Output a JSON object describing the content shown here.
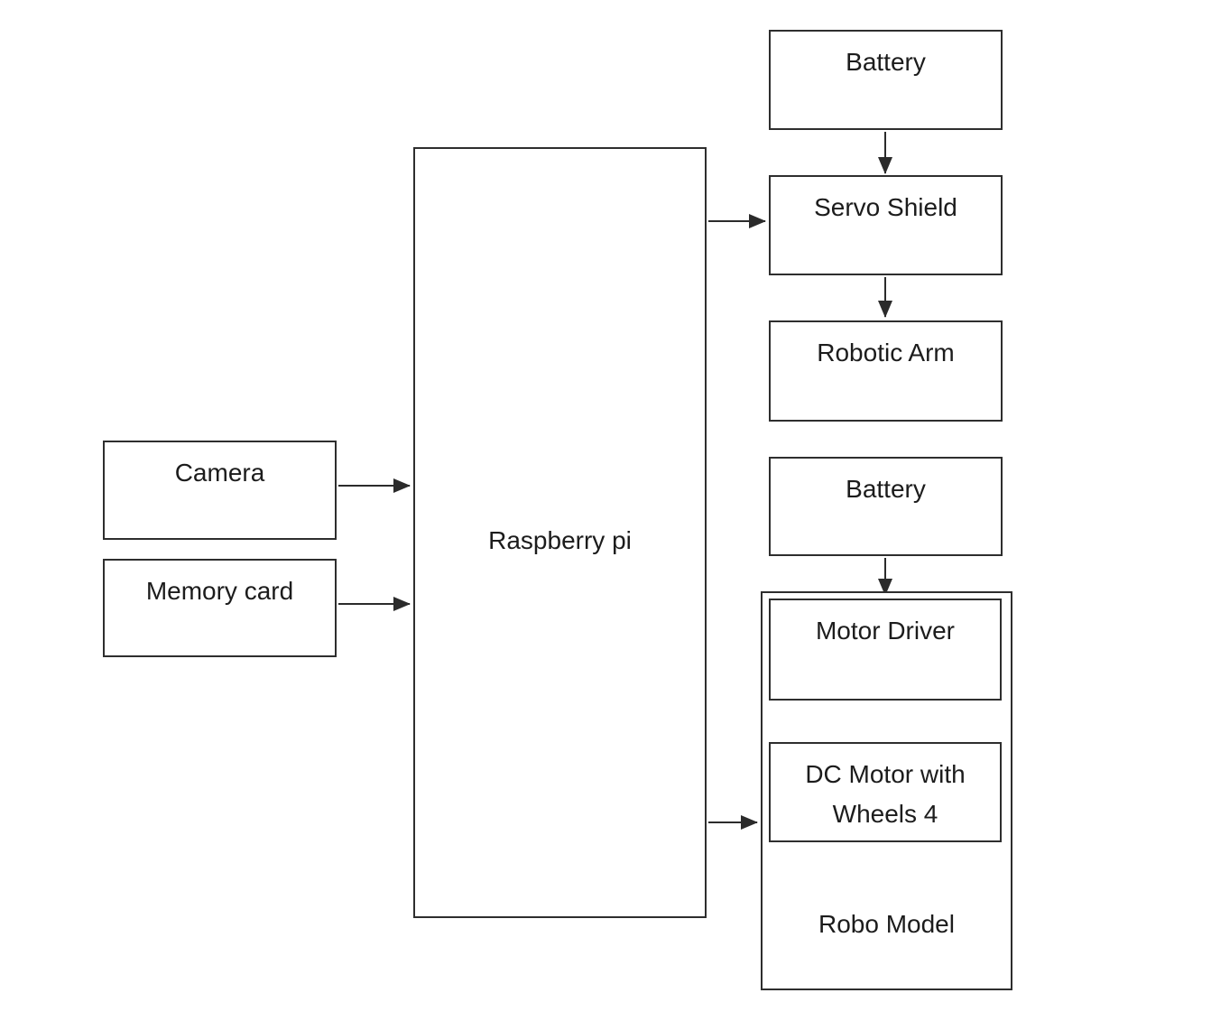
{
  "diagram": {
    "nodes": {
      "battery_top": {
        "label": "Battery"
      },
      "servo_shield": {
        "label": "Servo Shield"
      },
      "robotic_arm": {
        "label": "Robotic Arm"
      },
      "battery_mid": {
        "label": "Battery"
      },
      "raspberry_pi": {
        "label": "Raspberry pi"
      },
      "camera": {
        "label": "Camera"
      },
      "memory_card": {
        "label": "Memory card"
      },
      "robo_model": {
        "label": "Robo Model"
      },
      "motor_driver": {
        "label": "Motor Driver"
      },
      "dc_motor": {
        "label": "DC Motor with Wheels 4"
      }
    },
    "edges": [
      {
        "from": "battery_top",
        "to": "servo_shield",
        "direction": "down"
      },
      {
        "from": "servo_shield",
        "to": "robotic_arm",
        "direction": "down"
      },
      {
        "from": "battery_mid",
        "to": "motor_driver",
        "direction": "down"
      },
      {
        "from": "motor_driver",
        "to": "dc_motor",
        "direction": "down"
      },
      {
        "from": "camera",
        "to": "raspberry_pi",
        "direction": "right"
      },
      {
        "from": "memory_card",
        "to": "raspberry_pi",
        "direction": "right"
      },
      {
        "from": "raspberry_pi",
        "to": "servo_shield",
        "direction": "right"
      },
      {
        "from": "raspberry_pi",
        "to": "robo_model",
        "direction": "right"
      }
    ],
    "colors": {
      "line": "#2b2b2b",
      "background": "#ffffff",
      "text": "#1c1c1c"
    }
  }
}
